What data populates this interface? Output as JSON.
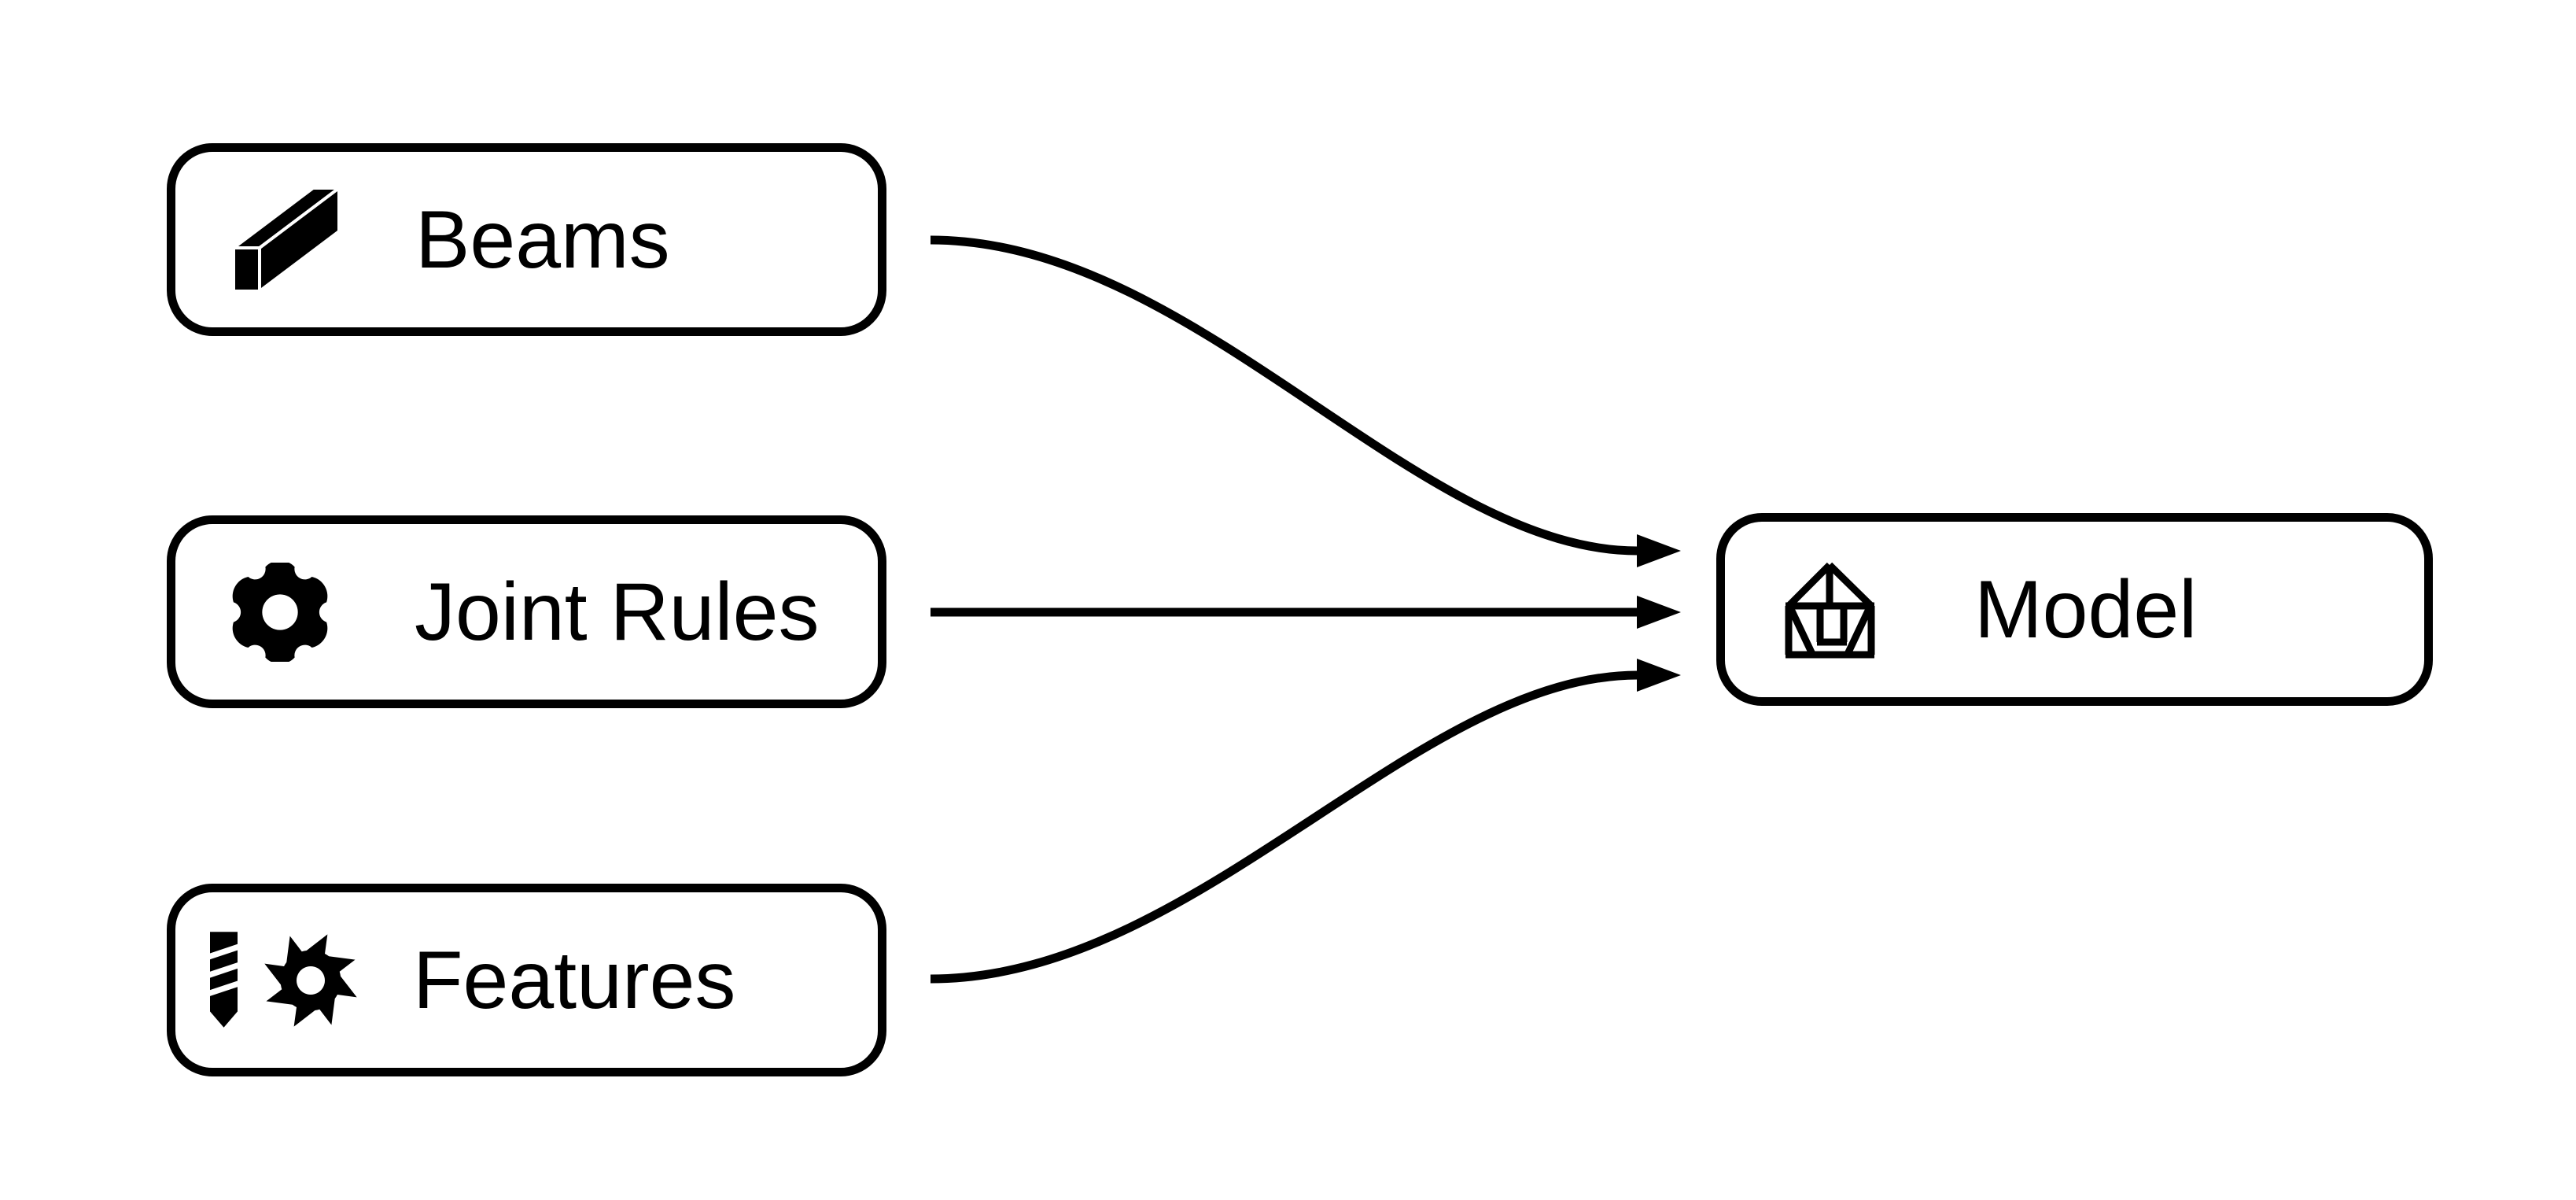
{
  "diagram": {
    "type": "flowchart",
    "direction": "left-to-right",
    "background_color": "#ffffff",
    "stroke_color": "#000000",
    "node_fill_color": "#ffffff",
    "nodes": [
      {
        "id": "beams",
        "label": "Beams",
        "icon": "beam-3d-icon"
      },
      {
        "id": "joint_rules",
        "label": "Joint Rules",
        "icon": "gear-icon"
      },
      {
        "id": "features",
        "label": "Features",
        "icon": "drill-bit-icon + saw-blade-icon"
      },
      {
        "id": "model",
        "label": "Model",
        "icon": "timber-frame-house-icon"
      }
    ],
    "edges": [
      {
        "from": "Beams",
        "to": "Model",
        "style": "curved-s",
        "arrowhead": "filled-triangle"
      },
      {
        "from": "Joint Rules",
        "to": "Model",
        "style": "straight",
        "arrowhead": "filled-triangle"
      },
      {
        "from": "Features",
        "to": "Model",
        "style": "curved-s",
        "arrowhead": "filled-triangle"
      }
    ]
  }
}
